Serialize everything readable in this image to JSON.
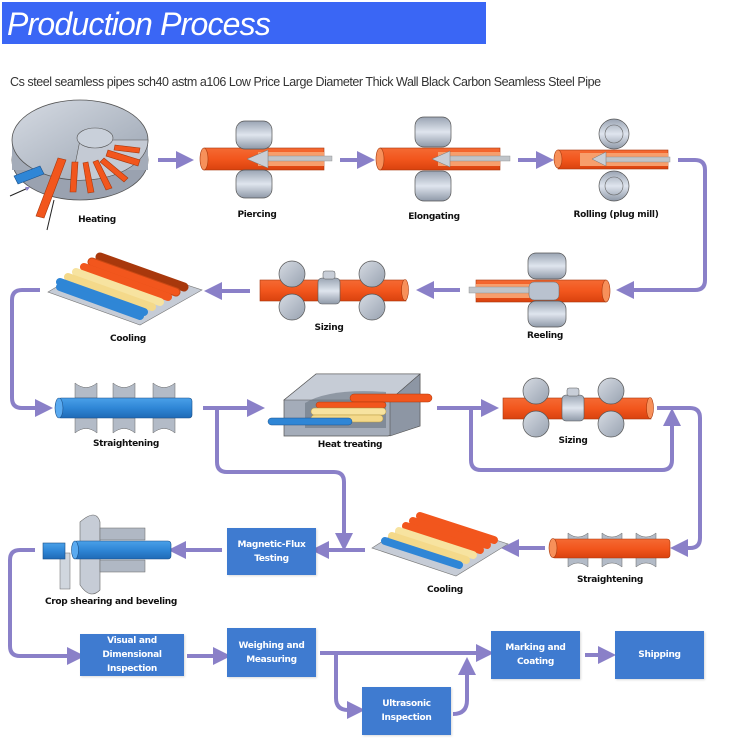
{
  "header": {
    "title": "Production Process",
    "banner_color": "#3a66f5"
  },
  "subtitle": "Cs steel seamless pipes sch40 astm a106 Low Price Large Diameter Thick Wall Black Carbon Seamless Steel Pipe",
  "colors": {
    "arrow": "#8a80c8",
    "hot_pipe": "#f2561d",
    "cold_pipe": "#2f86d6",
    "warm_pipe": "#f7e3a0",
    "roller": "#b9c2cf",
    "process_box": "#3f7bd0"
  },
  "steps": [
    {
      "id": "heating",
      "label": "Heating",
      "icon": "rotary-hearth-furnace-icon"
    },
    {
      "id": "piercing",
      "label": "Piercing",
      "icon": "piercing-mill-icon"
    },
    {
      "id": "elongating",
      "label": "Elongating",
      "icon": "elongating-mill-icon"
    },
    {
      "id": "rolling",
      "label": "Rolling (plug mill)",
      "icon": "plug-mill-icon"
    },
    {
      "id": "reeling",
      "label": "Reeling",
      "icon": "reeling-mill-icon"
    },
    {
      "id": "sizing1",
      "label": "Sizing",
      "icon": "sizing-mill-icon"
    },
    {
      "id": "cooling1",
      "label": "Cooling",
      "icon": "cooling-bed-icon"
    },
    {
      "id": "straightening1",
      "label": "Straightening",
      "icon": "straightener-icon"
    },
    {
      "id": "heat_treating",
      "label": "Heat treating",
      "icon": "heat-treatment-furnace-icon"
    },
    {
      "id": "sizing2",
      "label": "Sizing",
      "icon": "sizing-mill-icon"
    },
    {
      "id": "straightening2",
      "label": "Straightening",
      "icon": "straightener-icon"
    },
    {
      "id": "cooling2",
      "label": "Cooling",
      "icon": "cooling-bed-icon"
    },
    {
      "id": "crop_shearing",
      "label": "Crop shearing and beveling",
      "icon": "crop-shear-icon"
    }
  ],
  "boxes": [
    {
      "id": "magnetic_flux",
      "lines": [
        "Magnetic-Flux",
        "Testing"
      ]
    },
    {
      "id": "visual",
      "lines": [
        "Visual and",
        "Dimensional Inspection"
      ]
    },
    {
      "id": "weighing",
      "lines": [
        "Weighing and",
        "Measuring"
      ]
    },
    {
      "id": "ultrasonic",
      "lines": [
        "Ultrasonic",
        "Inspection"
      ]
    },
    {
      "id": "marking",
      "lines": [
        "Marking and",
        "Coating"
      ]
    },
    {
      "id": "shipping",
      "lines": [
        "Shipping"
      ]
    }
  ]
}
